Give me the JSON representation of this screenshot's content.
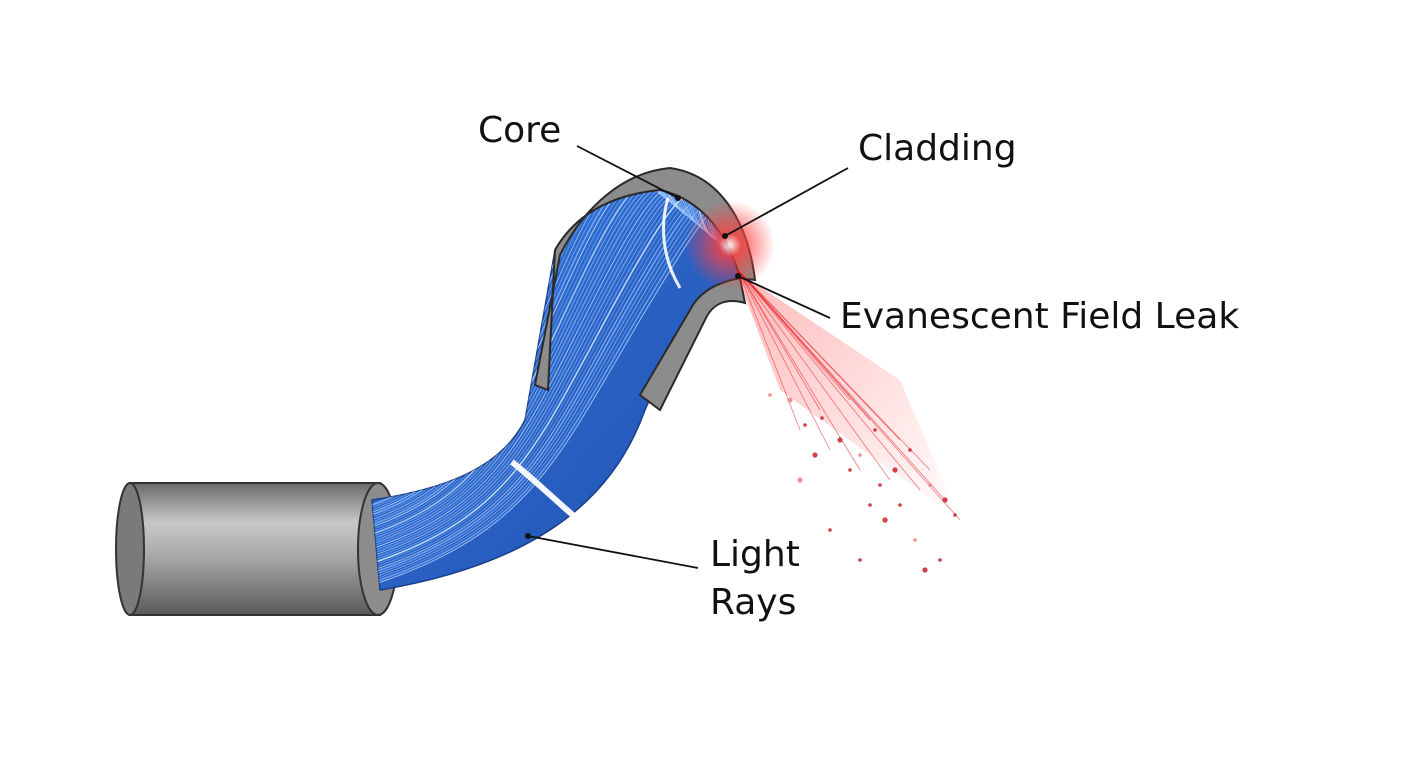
{
  "labels": {
    "core": "Core",
    "cladding": "Cladding",
    "leak": "Evanescent Field Leak",
    "rays_line1": "Light",
    "rays_line2": "Rays"
  },
  "colors": {
    "background": "#ffffff",
    "core_blue": "#2f6fd0",
    "core_light": "#8fc4ff",
    "cladding_gray": "#8a8a8a",
    "jacket_gray": "#9a9a9a",
    "leak_red": "#e8222a",
    "text": "#111111"
  }
}
